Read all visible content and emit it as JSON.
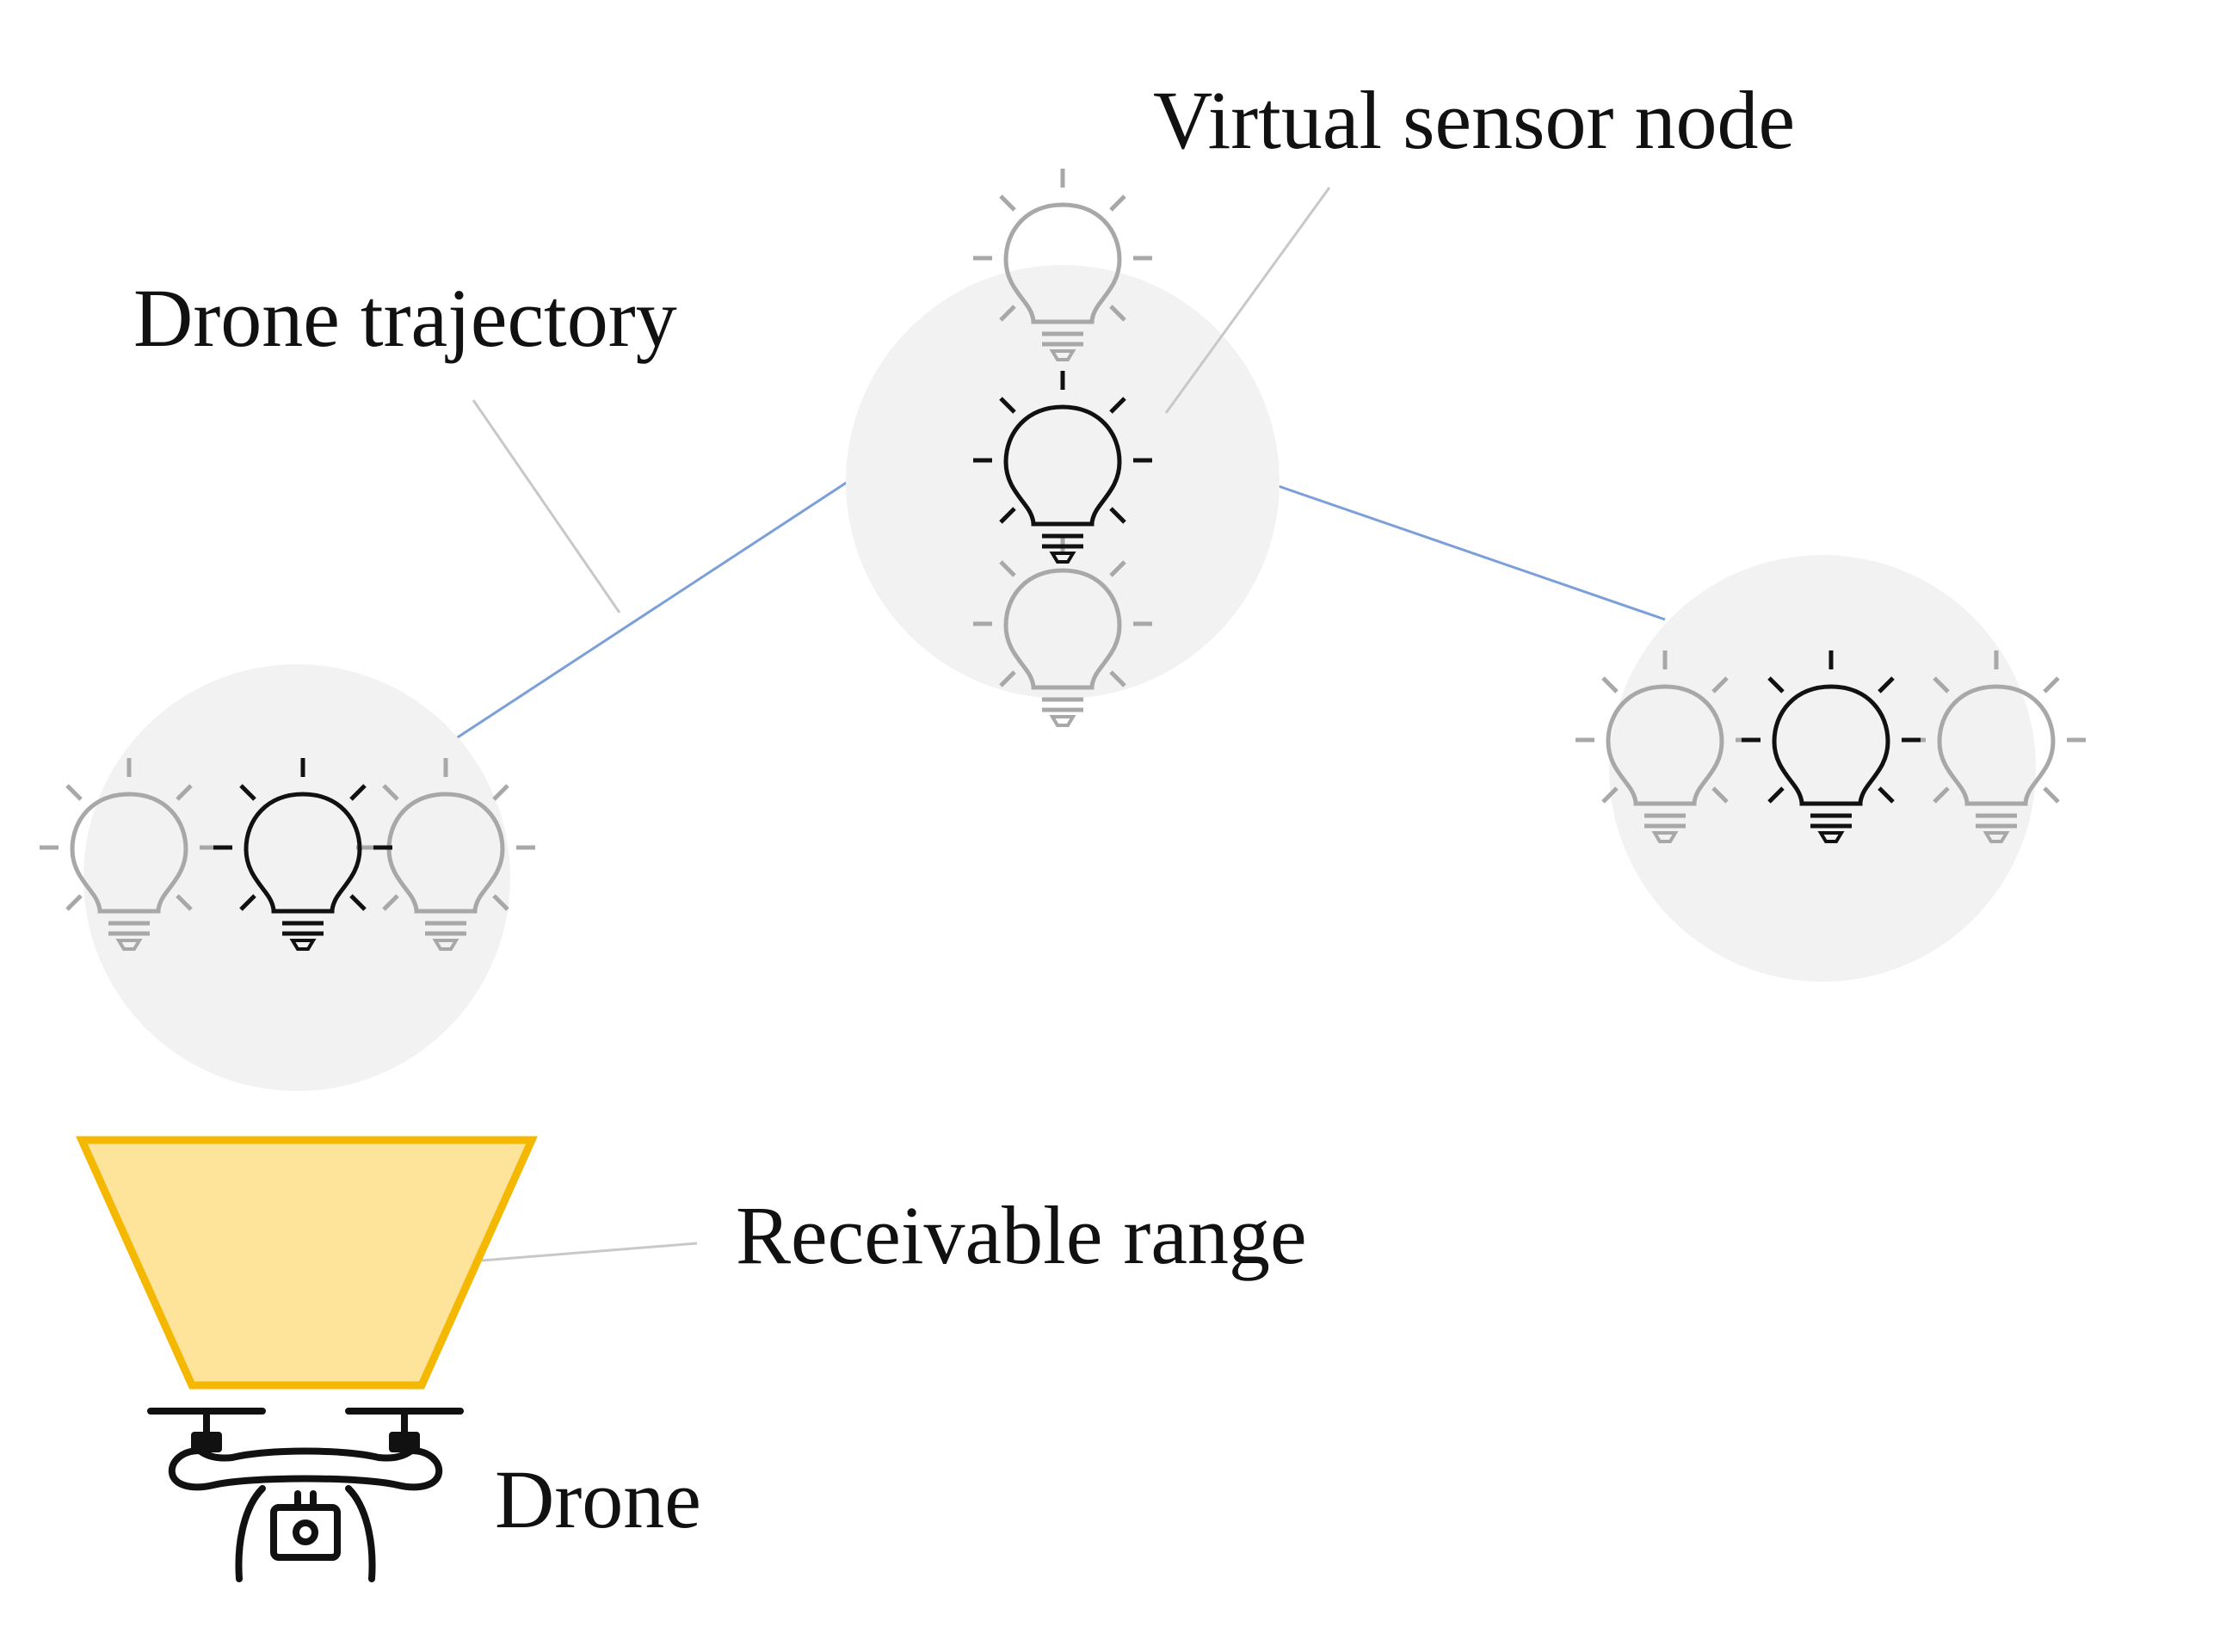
{
  "labels": {
    "virtual_sensor_node": "Virtual sensor node",
    "drone_trajectory": "Drone trajectory",
    "receivable_range": "Receivable range",
    "drone": "Drone"
  },
  "colors": {
    "trajectory_line": "#7b9fd9",
    "node_circle_fill": "#f2f2f2",
    "active_bulb": "#111111",
    "inactive_bulb": "#a8a8a8",
    "receivable_range_fill": "#fde49a",
    "receivable_range_stroke": "#f5b800",
    "leader_line": "#c8c8c8"
  },
  "icons": {
    "sensor": "light-bulb-icon",
    "drone": "drone-icon"
  }
}
